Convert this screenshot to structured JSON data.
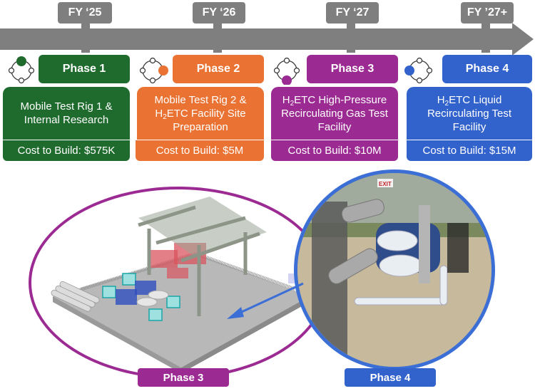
{
  "timeline": {
    "milestones": [
      {
        "label": "FY ‘25"
      },
      {
        "label": "FY ‘26"
      },
      {
        "label": "FY ‘27"
      },
      {
        "label": "FY ’27+"
      }
    ]
  },
  "phases": [
    {
      "name": "Phase 1",
      "color": "#1e6b2d",
      "icon": "cycle-icon-position-top",
      "desc_lines": [
        "Mobile Test Rig 1 &",
        "Internal Research"
      ],
      "cost": "Cost to Build: $575K"
    },
    {
      "name": "Phase 2",
      "color": "#ea7232",
      "icon": "cycle-icon-position-right",
      "desc_lines": [
        "Mobile Test Rig 2 &",
        "H2ETC Facility Site",
        "Preparation"
      ],
      "cost": "Cost to Build: $5M"
    },
    {
      "name": "Phase 3",
      "color": "#9c2a93",
      "icon": "cycle-icon-position-bottom",
      "desc_lines": [
        "H2ETC High-Pressure",
        "Recirculating Gas Test",
        "Facility"
      ],
      "cost": "Cost to Build: $10M"
    },
    {
      "name": "Phase 4",
      "color": "#3263cc",
      "icon": "cycle-icon-position-left",
      "desc_lines": [
        "H2ETC Liquid",
        "Recirculating Test",
        "Facility"
      ],
      "cost": "Cost to Build: $15M"
    }
  ],
  "images": {
    "render_label": "Phase 3",
    "photo_label": "Phase 4",
    "render_desc": "3D render of high-pressure recirculating gas test facility",
    "photo_desc": "Photo of liquid recirculating test rig",
    "exit_sign": "EXIT"
  }
}
